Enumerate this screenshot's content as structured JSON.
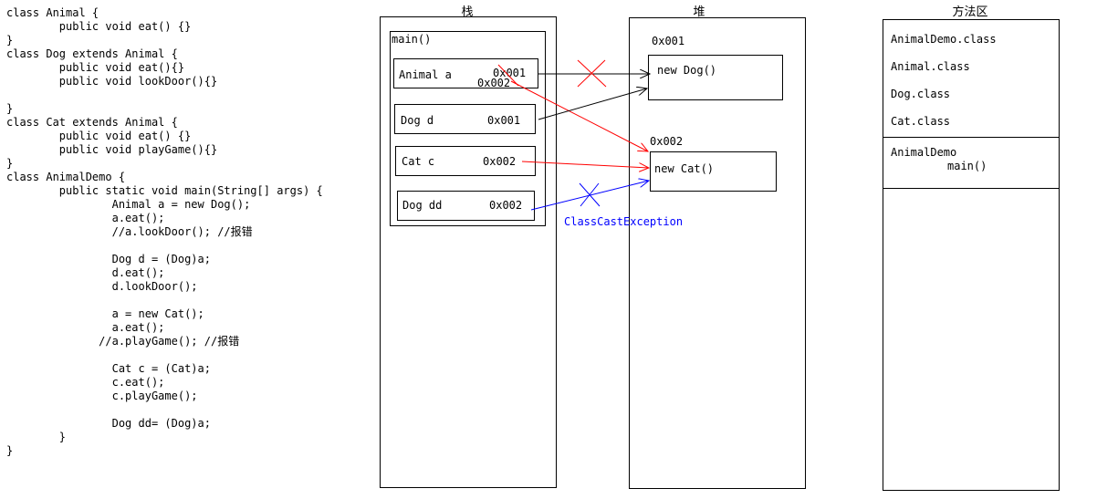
{
  "code_lines": [
    "class Animal {",
    "        public void eat() {}",
    "}",
    "class Dog extends Animal {",
    "        public void eat(){}",
    "        public void lookDoor(){}",
    "",
    "}",
    "class Cat extends Animal {",
    "        public void eat() {}",
    "        public void playGame(){}",
    "}",
    "class AnimalDemo {",
    "        public static void main(String[] args) {",
    "                Animal a = new Dog();",
    "                a.eat();",
    "                //a.lookDoor(); //报错",
    "",
    "                Dog d = (Dog)a;",
    "                d.eat();",
    "                d.lookDoor();",
    "",
    "                a = new Cat();",
    "                a.eat();",
    "              //a.playGame(); //报错",
    "",
    "                Cat c = (Cat)a;",
    "                c.eat();",
    "                c.playGame();",
    "",
    "                Dog dd= (Dog)a;",
    "        }",
    "}"
  ],
  "stack": {
    "title": "栈",
    "frame_label": "main()",
    "vars": [
      {
        "name": "Animal a",
        "addr": "0x001",
        "addr2": "0x002"
      },
      {
        "name": "Dog d",
        "addr": "0x001"
      },
      {
        "name": "Cat c",
        "addr": "0x002"
      },
      {
        "name": "Dog dd",
        "addr": "0x002"
      }
    ]
  },
  "heap": {
    "title": "堆",
    "objects": [
      {
        "addr": "0x001",
        "label": "new Dog()"
      },
      {
        "addr": "0x002",
        "label": "new Cat()"
      }
    ],
    "exception": "ClassCastException"
  },
  "method_area": {
    "title": "方法区",
    "classes": [
      "AnimalDemo.class",
      "Animal.class",
      "Dog.class",
      "Cat.class"
    ],
    "methods_owner": "AnimalDemo",
    "methods": [
      "main()"
    ]
  },
  "colors": {
    "black": "#000000",
    "red": "#ff0000",
    "blue": "#0000ff"
  }
}
